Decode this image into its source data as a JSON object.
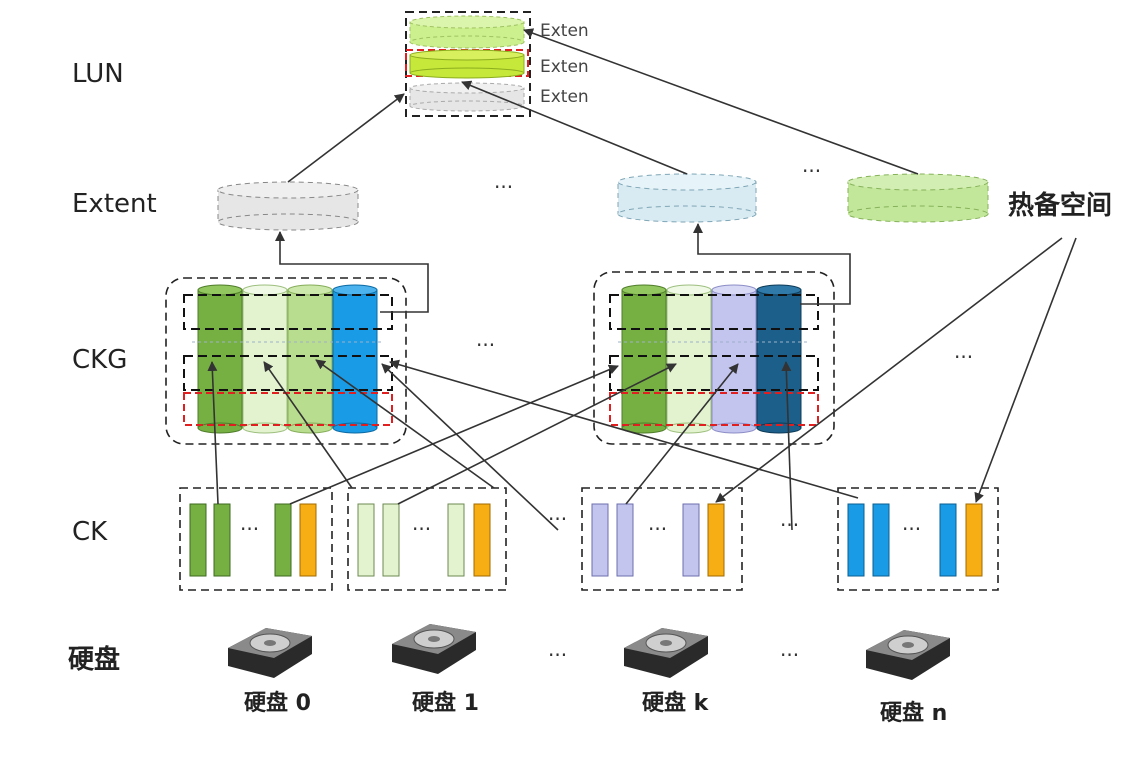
{
  "rows": {
    "lun": "LUN",
    "extent": "Extent",
    "ckg": "CKG",
    "ck": "CK",
    "disk": "硬盘"
  },
  "lun_extent_labels": [
    "Exten",
    "Exten",
    "Exten"
  ],
  "hot_spare": "热备空间",
  "ellipsis": "...",
  "disks": [
    "硬盘 0",
    "硬盘 1",
    "硬盘 k",
    "硬盘 n"
  ],
  "colors": {
    "dark_green": "#76b043",
    "light_green": "#e3f3cf",
    "mid_green": "#b9dd8e",
    "blue": "#1a9be6",
    "lavender": "#c4c5ef",
    "navy": "#1c5f8a",
    "orange": "#f7ae14",
    "extent_gray": "#e6e6e6",
    "extent_lightblue": "#d9ebf2",
    "extent_green": "#c2e69a",
    "lun_green": "#cdf08f",
    "lun_lime": "#c6e83a"
  }
}
